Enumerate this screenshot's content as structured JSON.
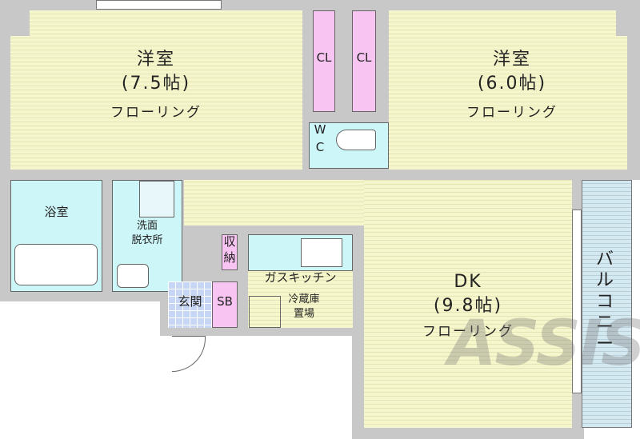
{
  "rooms": {
    "western1": {
      "name": "洋室",
      "size": "(7.5帖)",
      "floor": "フローリング"
    },
    "western2": {
      "name": "洋室",
      "size": "(6.0帖)",
      "floor": "フローリング"
    },
    "closet1": "CL",
    "closet2": "CL",
    "wc": {
      "line1": "W",
      "line2": "C"
    },
    "bath": "浴室",
    "washroom": {
      "line1": "洗面",
      "line2": "脱衣所"
    },
    "storage": {
      "line1": "収",
      "line2": "納"
    },
    "entrance": "玄関",
    "shoebox": "SB",
    "kitchen": "ガスキッチン",
    "fridge": {
      "line1": "冷蔵庫",
      "line2": "置場"
    },
    "dk": {
      "name": "DK",
      "size": "(9.8帖)",
      "floor": "フローリング"
    },
    "balcony": "バルコニー"
  },
  "watermark": "ASSIST",
  "colors": {
    "floor": "#f6f6cc",
    "wall": "#c8c8c8",
    "wet": "#ccf6f8",
    "storage": "#f8c4f2",
    "entrance": "#c8d6f6"
  }
}
